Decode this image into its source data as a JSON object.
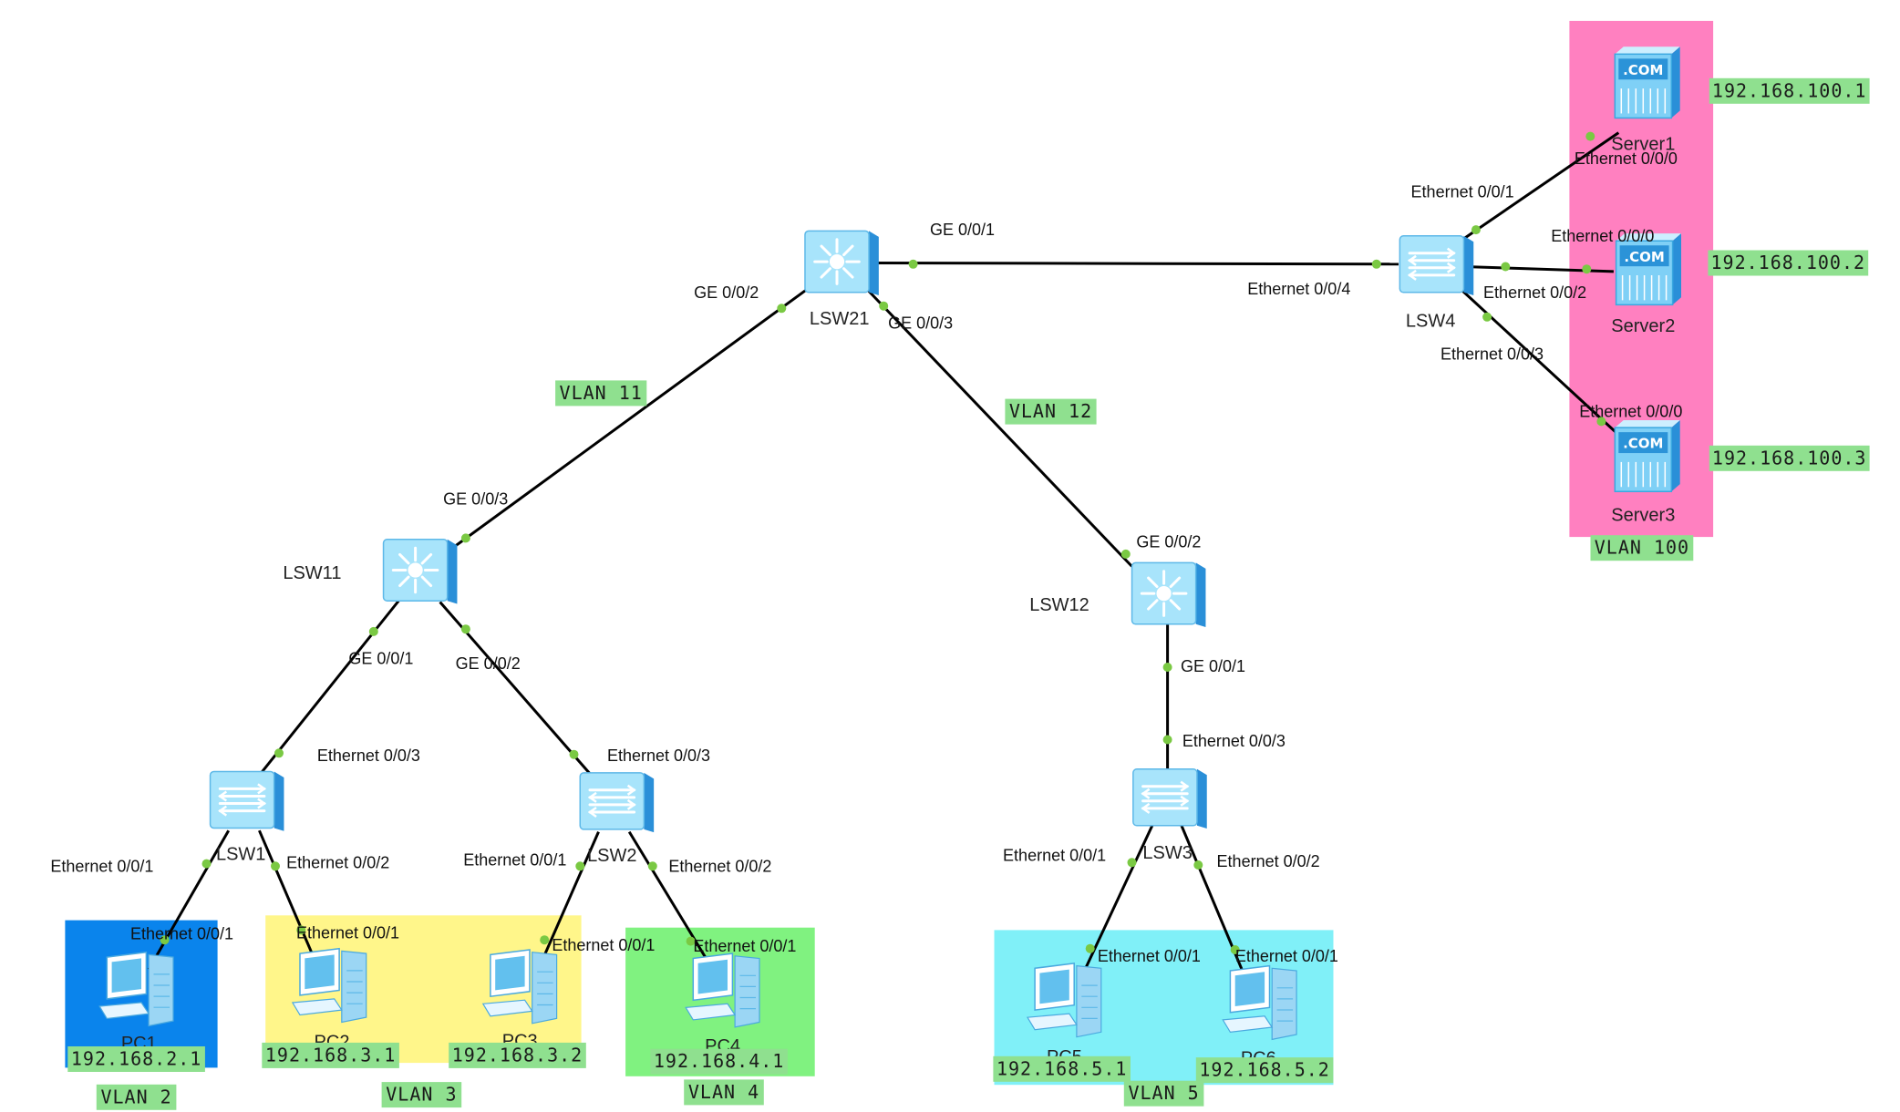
{
  "devices": [
    {
      "id": "lsw21",
      "label": "LSW21",
      "kind": "core"
    },
    {
      "id": "lsw11",
      "label": "LSW11",
      "kind": "core"
    },
    {
      "id": "lsw12",
      "label": "LSW12",
      "kind": "core"
    },
    {
      "id": "lsw4",
      "label": "LSW4",
      "kind": "access"
    },
    {
      "id": "lsw1",
      "label": "LSW1",
      "kind": "access"
    },
    {
      "id": "lsw2",
      "label": "LSW2",
      "kind": "access"
    },
    {
      "id": "lsw3",
      "label": "LSW3",
      "kind": "access"
    },
    {
      "id": "server1",
      "label": "Server1",
      "kind": "server"
    },
    {
      "id": "server2",
      "label": "Server2",
      "kind": "server"
    },
    {
      "id": "server3",
      "label": "Server3",
      "kind": "server"
    },
    {
      "id": "pc1",
      "label": "PC1",
      "kind": "pc"
    },
    {
      "id": "pc2",
      "label": "PC2",
      "kind": "pc"
    },
    {
      "id": "pc3",
      "label": "PC3",
      "kind": "pc"
    },
    {
      "id": "pc4",
      "label": "PC4",
      "kind": "pc"
    },
    {
      "id": "pc5",
      "label": "PC5",
      "kind": "pc"
    },
    {
      "id": "pc6",
      "label": "PC6",
      "kind": "pc"
    }
  ],
  "links": [
    {
      "a": "lsw21",
      "b": "lsw4",
      "a_port": "GE 0/0/1",
      "b_port": "Ethernet 0/0/4"
    },
    {
      "a": "lsw21",
      "b": "lsw11",
      "a_port": "GE 0/0/2",
      "b_port": "GE 0/0/3"
    },
    {
      "a": "lsw21",
      "b": "lsw12",
      "a_port": "GE 0/0/3",
      "b_port": "GE 0/0/2"
    },
    {
      "a": "lsw4",
      "b": "server1",
      "a_port": "Ethernet 0/0/1",
      "b_port": "Ethernet 0/0/0"
    },
    {
      "a": "lsw4",
      "b": "server2",
      "a_port": "Ethernet 0/0/2",
      "b_port": "Ethernet 0/0/0"
    },
    {
      "a": "lsw4",
      "b": "server3",
      "a_port": "Ethernet 0/0/3",
      "b_port": "Ethernet 0/0/0"
    },
    {
      "a": "lsw11",
      "b": "lsw1",
      "a_port": "GE 0/0/1",
      "b_port": "Ethernet 0/0/3"
    },
    {
      "a": "lsw11",
      "b": "lsw2",
      "a_port": "GE 0/0/2",
      "b_port": "Ethernet 0/0/3"
    },
    {
      "a": "lsw12",
      "b": "lsw3",
      "a_port": "GE 0/0/1",
      "b_port": "Ethernet 0/0/3"
    },
    {
      "a": "lsw1",
      "b": "pc1",
      "a_port": "Ethernet 0/0/1",
      "b_port": "Ethernet 0/0/1"
    },
    {
      "a": "lsw1",
      "b": "pc2",
      "a_port": "Ethernet 0/0/2",
      "b_port": "Ethernet 0/0/1"
    },
    {
      "a": "lsw2",
      "b": "pc3",
      "a_port": "Ethernet 0/0/1",
      "b_port": "Ethernet 0/0/1"
    },
    {
      "a": "lsw2",
      "b": "pc4",
      "a_port": "Ethernet 0/0/2",
      "b_port": "Ethernet 0/0/1"
    },
    {
      "a": "lsw3",
      "b": "pc5",
      "a_port": "Ethernet 0/0/1",
      "b_port": "Ethernet 0/0/1"
    },
    {
      "a": "lsw3",
      "b": "pc6",
      "a_port": "Ethernet 0/0/2",
      "b_port": "Ethernet 0/0/1"
    }
  ],
  "ip_labels": [
    {
      "id": "ip-server1",
      "text": "192.168.100.1"
    },
    {
      "id": "ip-server2",
      "text": "192.168.100.2"
    },
    {
      "id": "ip-server3",
      "text": "192.168.100.3"
    },
    {
      "id": "ip-pc1",
      "text": "192.168.2.1"
    },
    {
      "id": "ip-pc2",
      "text": "192.168.3.1"
    },
    {
      "id": "ip-pc3",
      "text": "192.168.3.2"
    },
    {
      "id": "ip-pc4",
      "text": "192.168.4.1"
    },
    {
      "id": "ip-pc5",
      "text": "192.168.5.1"
    },
    {
      "id": "ip-pc6",
      "text": "192.168.5.2"
    }
  ],
  "vlan_labels": [
    {
      "id": "vlan-11",
      "text": "VLAN 11"
    },
    {
      "id": "vlan-12",
      "text": "VLAN 12"
    },
    {
      "id": "vlan-100",
      "text": "VLAN 100"
    },
    {
      "id": "vlan-2",
      "text": "VLAN 2"
    },
    {
      "id": "vlan-3",
      "text": "VLAN 3"
    },
    {
      "id": "vlan-4",
      "text": "VLAN 4"
    },
    {
      "id": "vlan-5",
      "text": "VLAN 5"
    }
  ],
  "zones": [
    {
      "id": "zone-vlan100",
      "color": "#ff80c0"
    },
    {
      "id": "zone-vlan2",
      "color": "#0a84ec"
    },
    {
      "id": "zone-vlan3",
      "color": "#fff68a"
    },
    {
      "id": "zone-vlan4",
      "color": "#80f280"
    },
    {
      "id": "zone-vlan5",
      "color": "#80f0f8"
    }
  ],
  "colors": {
    "link": "#000000",
    "port_dot": "#7ac943",
    "tag_fill": "#8fe08f"
  }
}
